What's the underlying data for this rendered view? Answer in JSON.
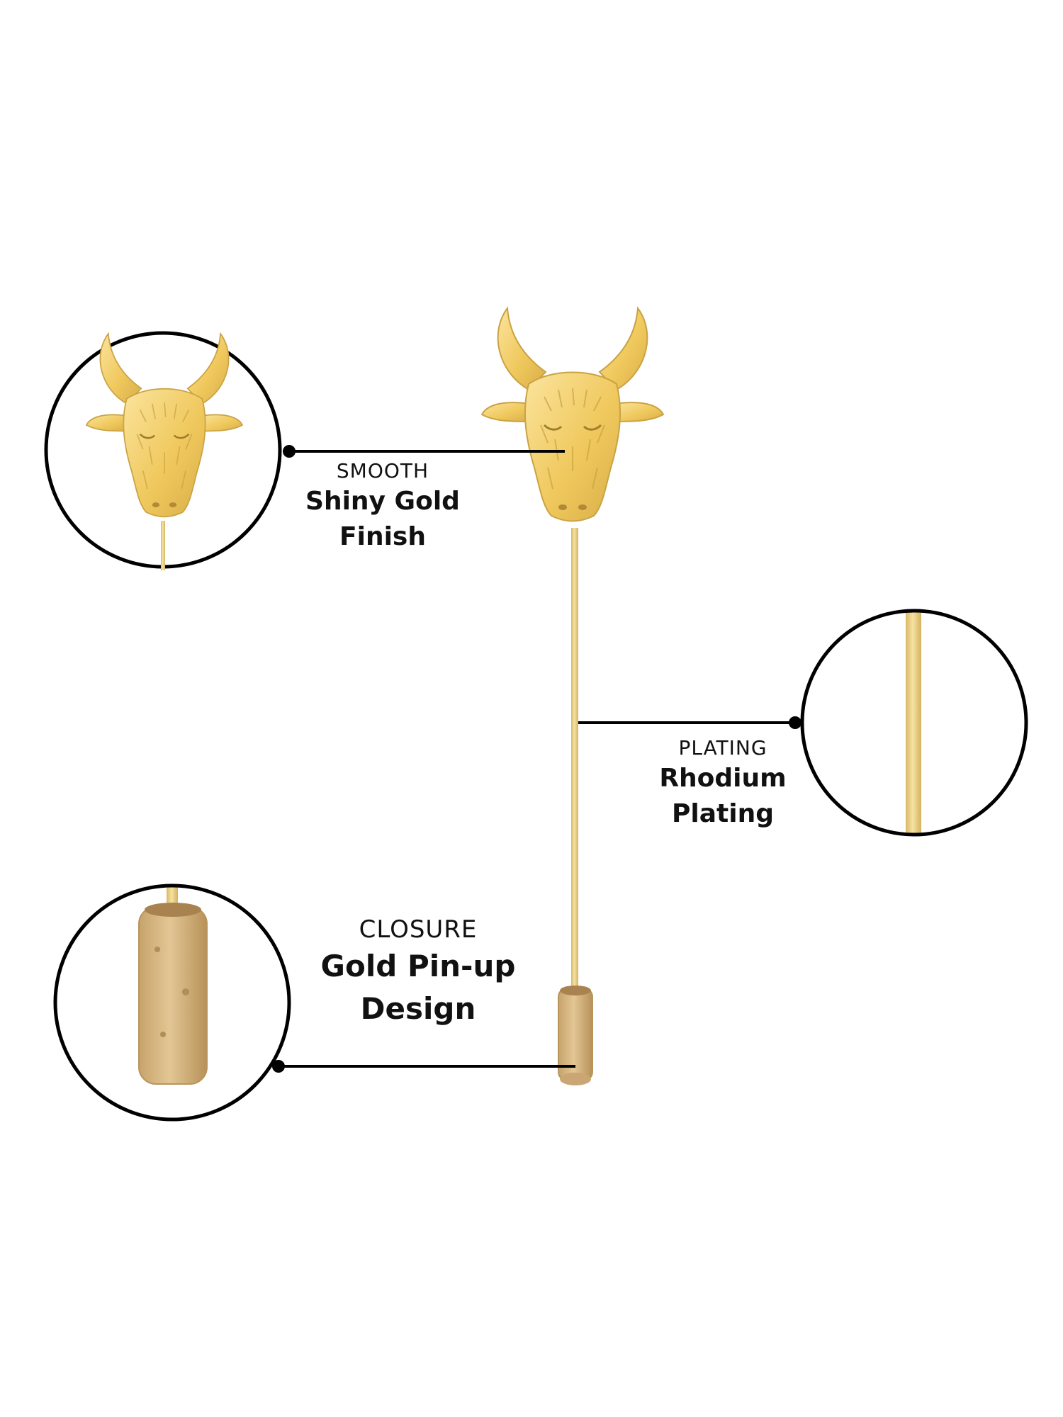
{
  "features": [
    {
      "id": "finish",
      "kicker": "SMOOTH",
      "title_line1": "Shiny Gold",
      "title_line2": "Finish"
    },
    {
      "id": "plating",
      "kicker": "PLATING",
      "title_line1": "Rhodium",
      "title_line2": "Plating"
    },
    {
      "id": "closure",
      "kicker": "CLOSURE",
      "title_line1": "Gold Pin-up",
      "title_line2": "Design"
    }
  ],
  "colors": {
    "background": "#ffffff",
    "gold": "#f2cd6a",
    "gold_dark": "#c9a343",
    "gold_light": "#fae29a",
    "pin": "#ecd48a",
    "pin_edge": "#cfae5a",
    "cork": "#d8ba86",
    "cork_dark": "#b8955d",
    "line": "#000000"
  }
}
